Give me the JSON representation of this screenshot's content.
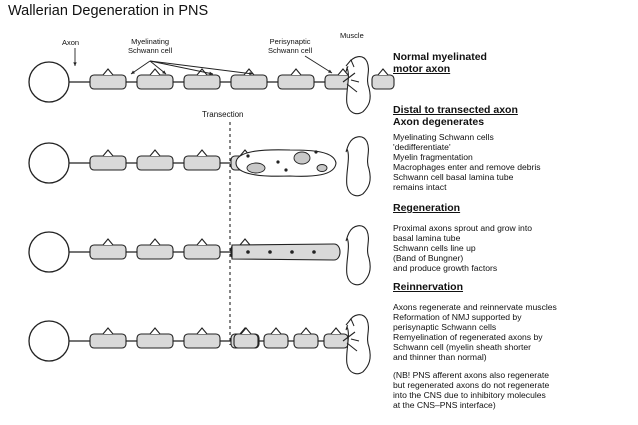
{
  "title": "Wallerian Degeneration in PNS",
  "labels": {
    "axon": "Axon",
    "myelinating": [
      "Myelinating",
      "Schwann cell"
    ],
    "perisynaptic": [
      "Perisynaptic",
      "Schwann cell"
    ],
    "muscle": "Muscle",
    "transection": "Transection"
  },
  "sections": {
    "normal": {
      "heading": [
        "Normal myelinated",
        "motor axon"
      ]
    },
    "distal": {
      "heading": [
        "Distal to transected axon",
        "Axon degenerates"
      ],
      "lines": [
        "Myelinating Schwann cells",
        "'dedifferentiate'",
        "Myelin fragmentation",
        "Macrophages enter and remove debris",
        "Schwann cell basal lamina tube",
        "remains intact"
      ]
    },
    "regeneration": {
      "heading": "Regeneration",
      "lines": [
        "Proximal axons sprout and grow into",
        "basal lamina tube",
        "Schwann cells line up",
        "(Band of Bungner)",
        "and produce growth factors"
      ]
    },
    "reinnervation": {
      "heading": "Reinnervation",
      "lines": [
        "Axons regenerate and reinnervate muscles",
        "Reformation of NMJ supported by",
        "perisynaptic Schwann cells",
        "Remyelination of regenerated axons by",
        "Schwann cell (myelin sheath shorter",
        "and thinner than normal)"
      ],
      "note": [
        "(NB! PNS afferent axons also regenerate",
        "but regenerated axons do not regenerate",
        "into the CNS due to inhibitory molecules",
        "at the CNS–PNS interface)"
      ]
    }
  },
  "colors": {
    "line": "#222222",
    "schwann_fill": "#d9d9d9",
    "debris_fill": "#c8c8c8"
  }
}
